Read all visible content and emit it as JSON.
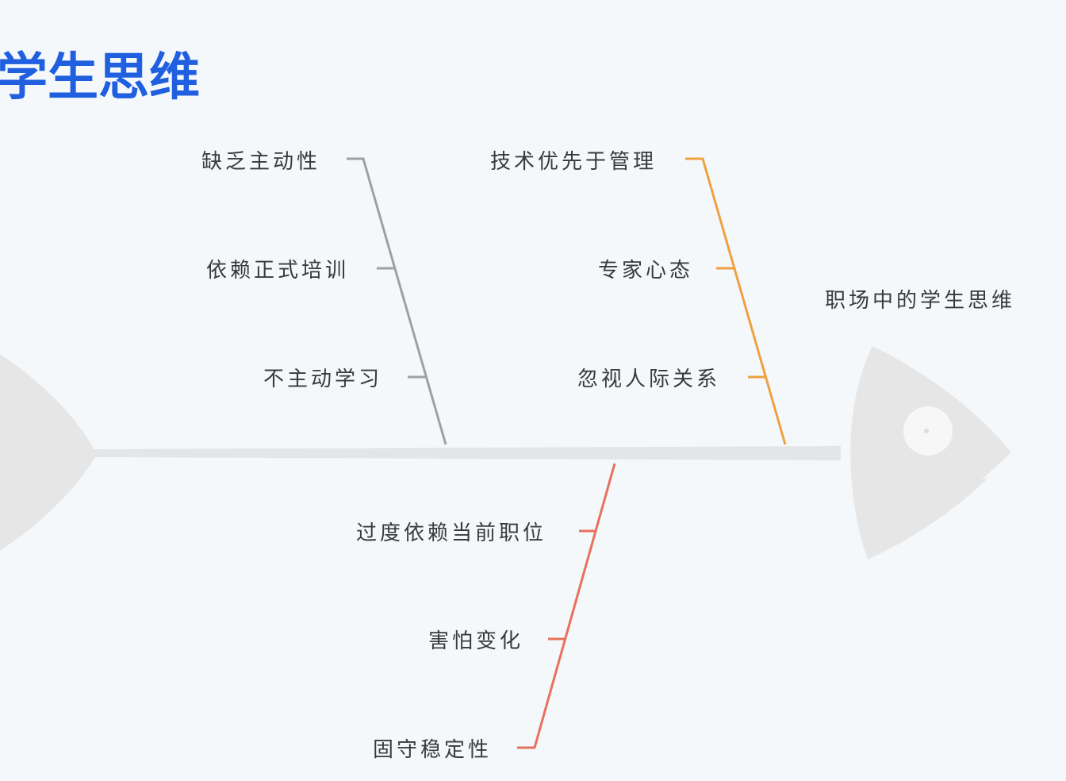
{
  "title": "学生思维",
  "head_label": "职场中的学生思维",
  "colors": {
    "title": "#1f5fe0",
    "spine": "#e4e5e6",
    "fish": "#e6e6e6",
    "branch_gray": "#a0a0a0",
    "branch_orange": "#f0a040",
    "branch_red": "#e8705e"
  },
  "branches": {
    "gray": {
      "items": [
        "缺乏主动性",
        "依赖正式培训",
        "不主动学习"
      ]
    },
    "orange": {
      "items": [
        "技术优先于管理",
        "专家心态",
        "忽视人际关系"
      ]
    },
    "red": {
      "items": [
        "过度依赖当前职位",
        "害怕变化",
        "固守稳定性"
      ]
    }
  }
}
